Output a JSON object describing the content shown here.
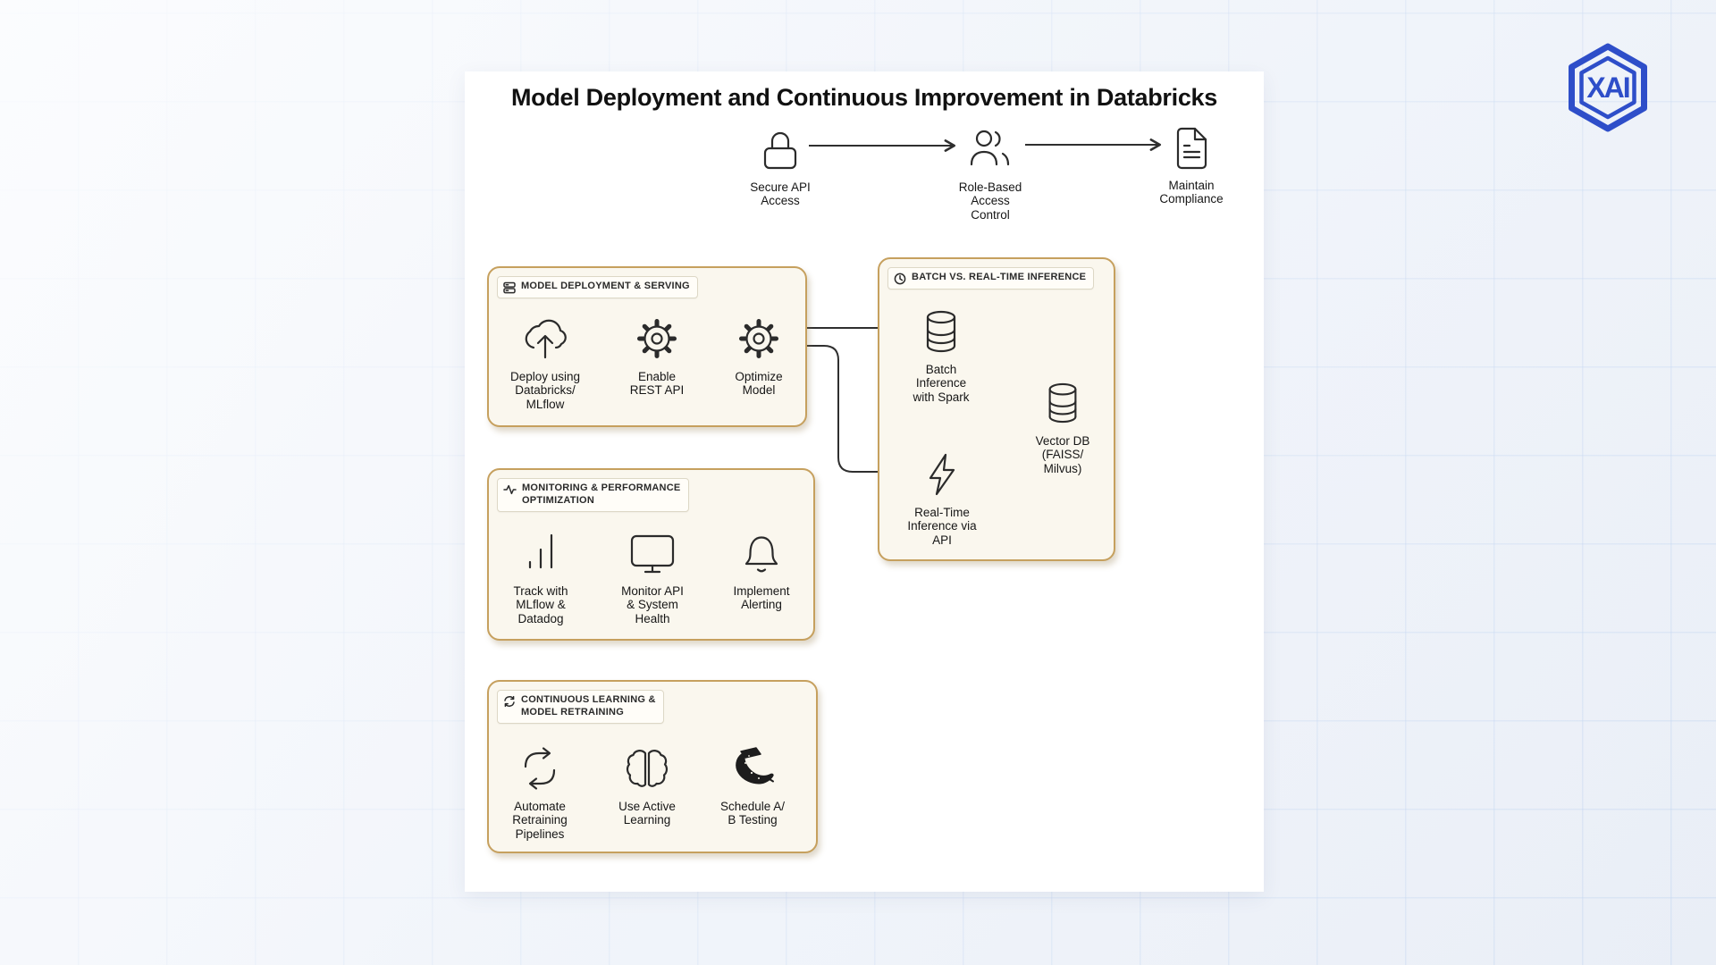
{
  "page": {
    "title": "Model Deployment and Continuous Improvement in Databricks"
  },
  "brand": {
    "logo_text": "XAI",
    "logo_color": "#2e4ec9"
  },
  "colors": {
    "group_border": "#c6a05e",
    "group_bg": "#faf7ee",
    "line": "#2f2f2f"
  },
  "top_flow": {
    "nodes": [
      {
        "icon": "lock-icon",
        "label": "Secure API\nAccess"
      },
      {
        "icon": "users-icon",
        "label": "Role-Based\nAccess\nControl"
      },
      {
        "icon": "document-icon",
        "label": "Maintain\nCompliance"
      }
    ]
  },
  "groups": [
    {
      "icon": "server-icon",
      "title": "MODEL DEPLOYMENT & SERVING",
      "nodes": [
        {
          "icon": "cloud-upload-icon",
          "label": "Deploy using\nDatabricks/\nMLflow"
        },
        {
          "icon": "gear-icon",
          "label": "Enable\nREST API"
        },
        {
          "icon": "gear-icon",
          "label": "Optimize\nModel"
        }
      ]
    },
    {
      "icon": "clock-icon",
      "title": "BATCH VS. REAL-TIME INFERENCE",
      "nodes": [
        {
          "icon": "database-icon",
          "label": "Batch\nInference\nwith Spark"
        },
        {
          "icon": "lightning-icon",
          "label": "Real-Time\nInference via\nAPI"
        },
        {
          "icon": "database-icon",
          "label": "Vector DB\n(FAISS/\nMilvus)"
        }
      ]
    },
    {
      "icon": "activity-icon",
      "title": "MONITORING & PERFORMANCE\nOPTIMIZATION",
      "nodes": [
        {
          "icon": "bar-chart-icon",
          "label": "Track with\nMLflow &\nDatadog"
        },
        {
          "icon": "monitor-icon",
          "label": "Monitor API\n& System\nHealth"
        },
        {
          "icon": "bell-icon",
          "label": "Implement\nAlerting"
        }
      ]
    },
    {
      "icon": "refresh-icon",
      "title": "CONTINUOUS LEARNING &\nMODEL RETRAINING",
      "nodes": [
        {
          "icon": "refresh-icon",
          "label": "Automate\nRetraining\nPipelines"
        },
        {
          "icon": "brain-icon",
          "label": "Use Active\nLearning"
        },
        {
          "icon": "horn-icon",
          "label": "Schedule A/\nB Testing"
        }
      ]
    }
  ]
}
